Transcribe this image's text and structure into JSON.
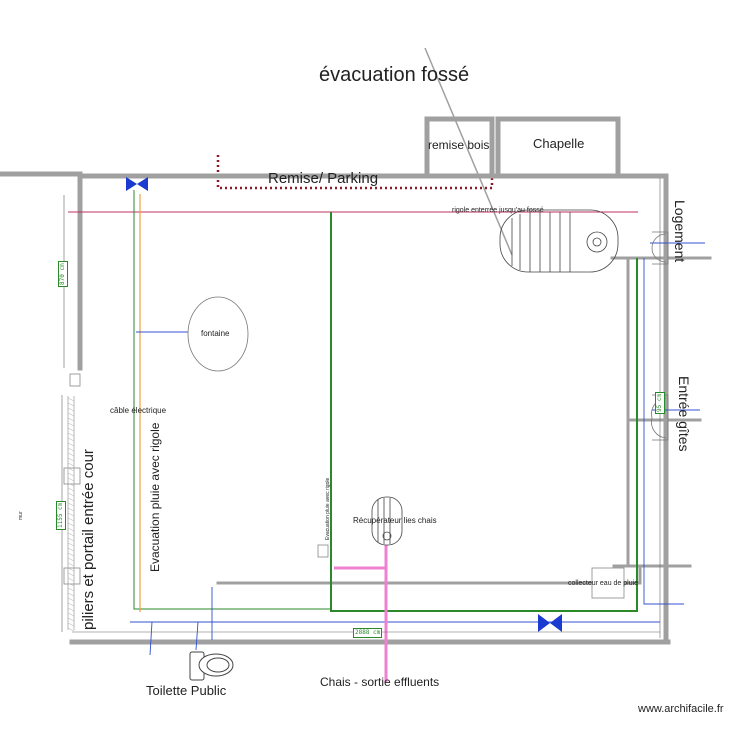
{
  "title": "évacuation fossé",
  "rooms": {
    "remise_bois": "remise bois",
    "chapelle": "Chapelle",
    "remise_parking": "Remise/ Parking",
    "logement": "Logement",
    "entree_gites": "Entrée gîtes",
    "piliers": "piliers et portail entrée cour"
  },
  "annotations": {
    "rigole": "rigole enterrée jusqu'au fossé",
    "fontaine": "fontaine",
    "cable": "câble électrique",
    "evac_pluie": "Evacuation pluie avec rigole",
    "evac_pluie_small": "Evacuation pluie avec rigole",
    "recuperateur": "Récupérateur lies chais",
    "collecteur": "collecteur eau de pluie",
    "toilette": "Toilette Public",
    "chais": "Chais - sortie effluents",
    "watermark": "www.archifacile.fr"
  },
  "dimensions": {
    "left_top": "870 cm",
    "left_bottom": "1155 cm",
    "bottom": "2888 cm",
    "right": "95 cm",
    "left_label": "mur"
  },
  "colors": {
    "wall": "#a0a0a0",
    "green_pipe": "#2a8a2a",
    "blue_pipe": "#3050d0",
    "orange_cable": "#f0a040",
    "red_rigole": "#c03060",
    "pink_effluent": "#f080d0",
    "valve": "#1a3ad0",
    "dotted": "#8a1a2a"
  }
}
